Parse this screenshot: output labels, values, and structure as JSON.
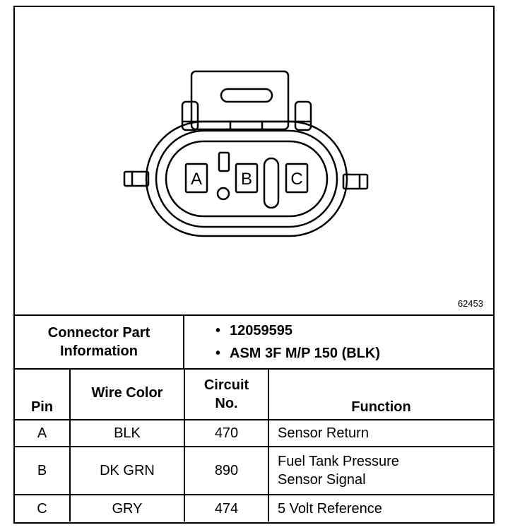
{
  "figure_number": "62453",
  "connector": {
    "pin_labels": [
      "A",
      "B",
      "C"
    ]
  },
  "connector_info": {
    "label_line1": "Connector Part",
    "label_line2": "Information",
    "bullet": "•",
    "items": [
      "12059595",
      "ASM 3F M/P 150 (BLK)"
    ]
  },
  "table": {
    "headers": {
      "pin": "Pin",
      "wire_color": "Wire Color",
      "circuit_line1": "Circuit",
      "circuit_line2": "No.",
      "function": "Function"
    },
    "rows": [
      {
        "pin": "A",
        "wire_color": "BLK",
        "circuit": "470",
        "function_line1": "Sensor Return",
        "function_line2": ""
      },
      {
        "pin": "B",
        "wire_color": "DK GRN",
        "circuit": "890",
        "function_line1": "Fuel Tank Pressure",
        "function_line2": "Sensor Signal"
      },
      {
        "pin": "C",
        "wire_color": "GRY",
        "circuit": "474",
        "function_line1": "5 Volt Reference",
        "function_line2": ""
      }
    ]
  }
}
